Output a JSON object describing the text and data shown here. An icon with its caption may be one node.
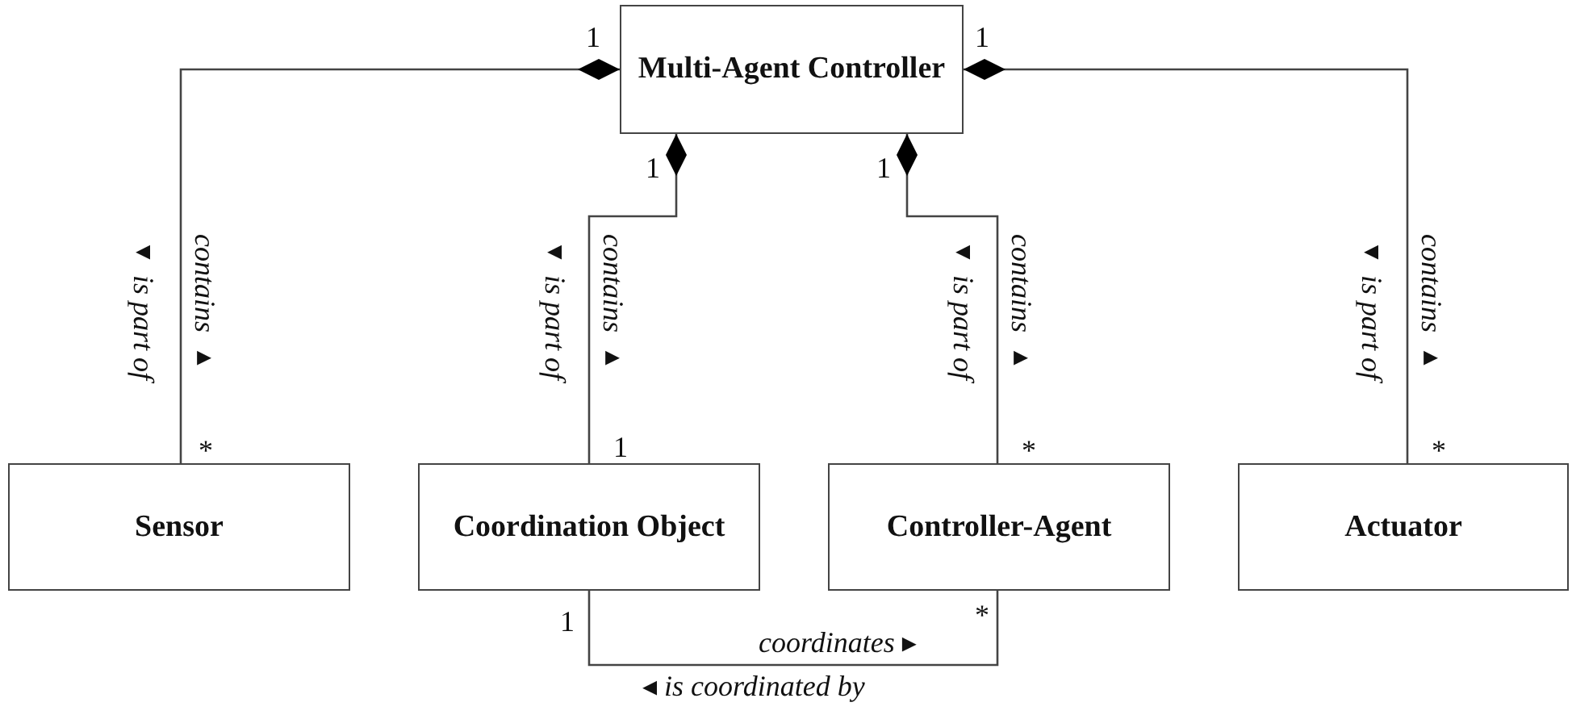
{
  "diagram": {
    "nodes": [
      {
        "text": [
          "Multi-Agent Controller"
        ]
      },
      {
        "text": [
          "Sensor"
        ]
      },
      {
        "text": [
          "Coordination Object"
        ]
      },
      {
        "text": [
          "Controller-Agent"
        ]
      },
      {
        "text": [
          "Actuator"
        ]
      }
    ],
    "edges": [
      {
        "from": 0,
        "to": 1,
        "arrow": "other",
        "label": "contains ▸"
      },
      {
        "from": 0,
        "to": 2,
        "arrow": "other",
        "label": "contains ▸"
      },
      {
        "from": 0,
        "to": 3,
        "arrow": "other",
        "label": "contains ▸"
      },
      {
        "from": 0,
        "to": 4,
        "arrow": "other",
        "label": "contains ▸"
      },
      {
        "from": 2,
        "to": 3,
        "arrow": "none",
        "label": "coordinates ▸"
      }
    ],
    "labels": [
      "1",
      "1",
      "1",
      "1",
      "◂ is part of",
      "◂ is part of",
      "◂ is part of",
      "◂ is part of",
      "*",
      "1",
      "*",
      "*",
      "1",
      "*",
      "◂ is coordinated by"
    ]
  }
}
